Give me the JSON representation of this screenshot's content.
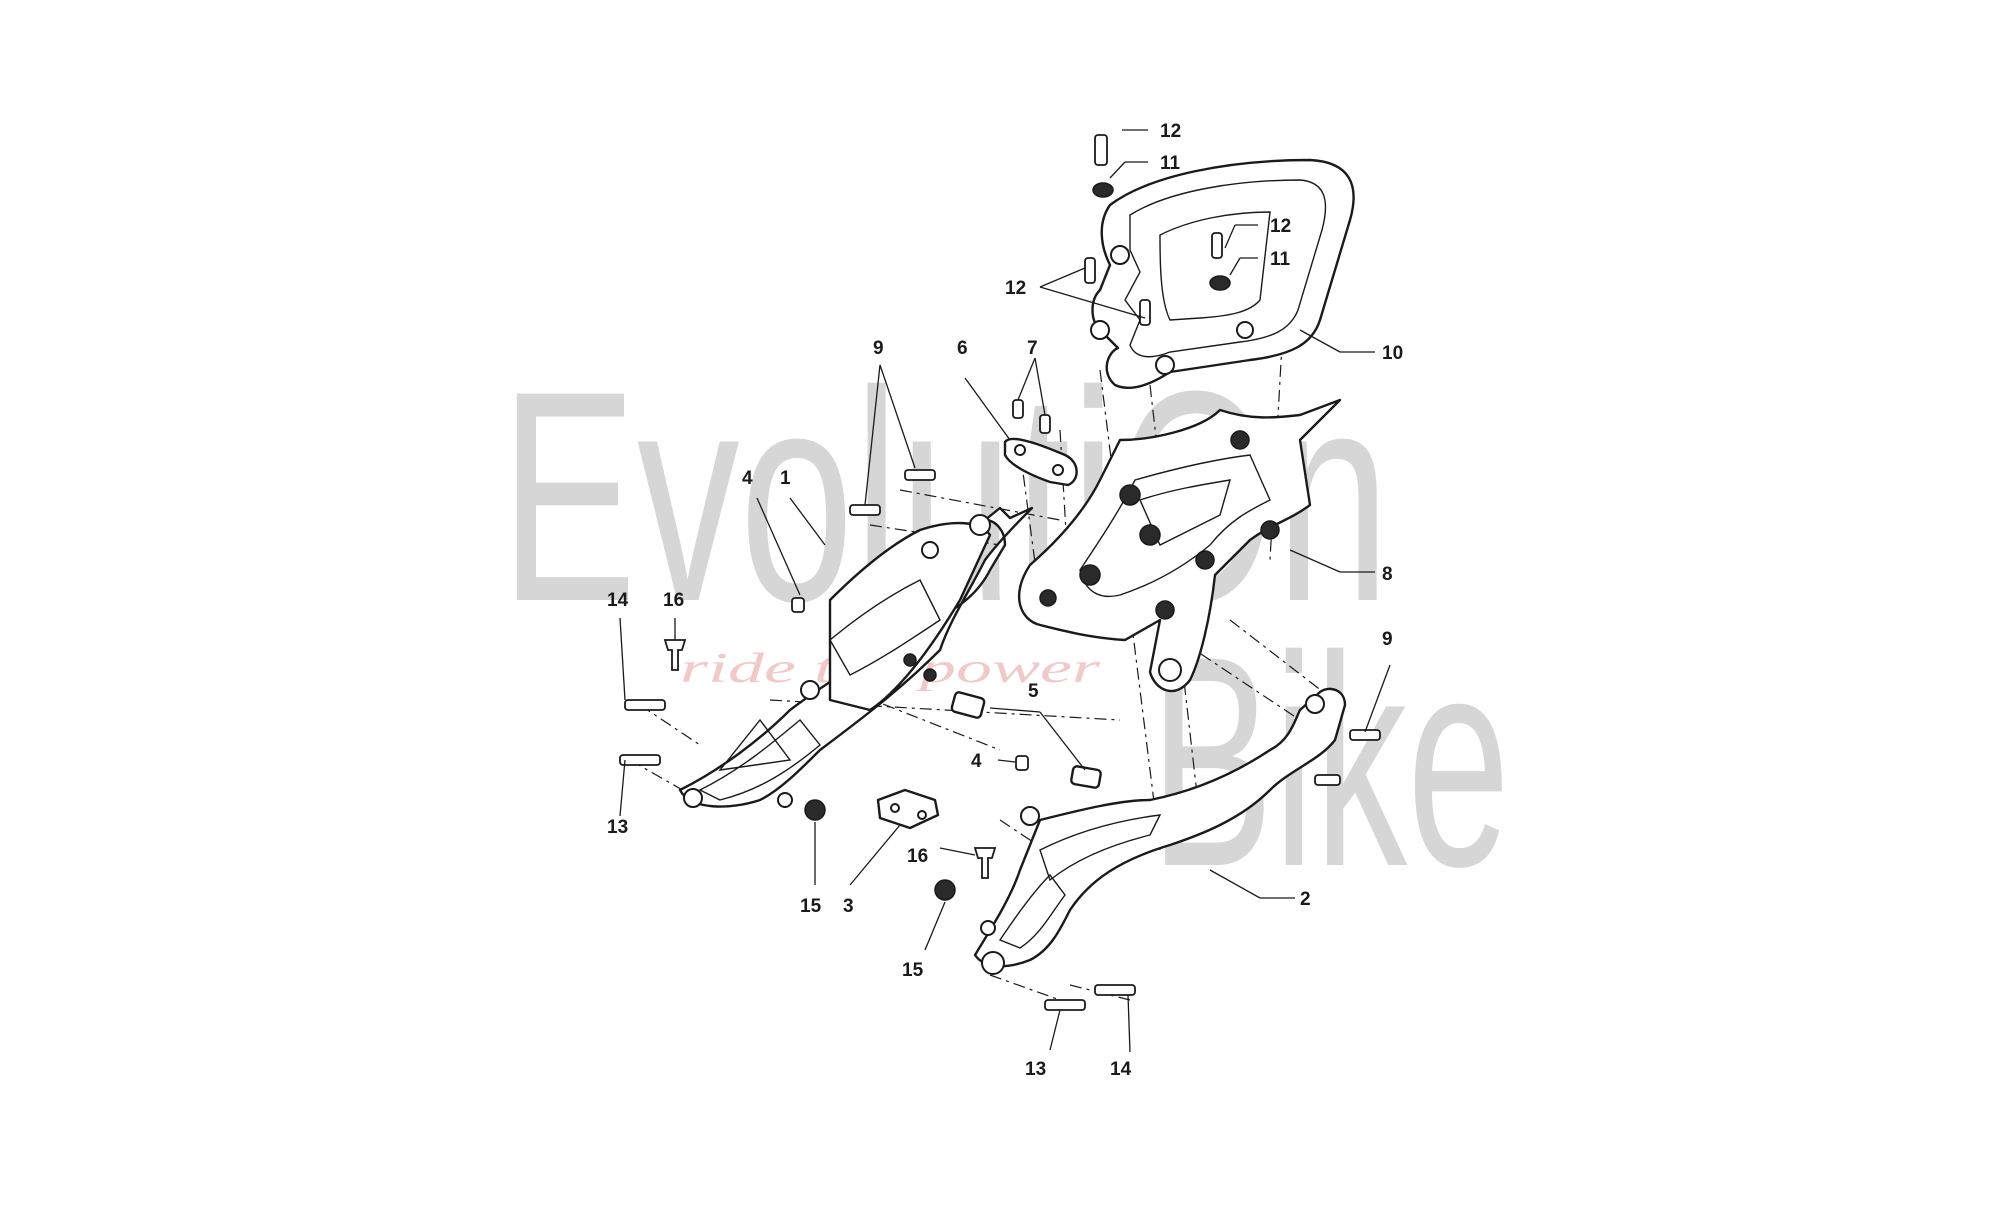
{
  "watermark": {
    "brand_line_1": "EvolutiOn",
    "brand_line_2": "Bike",
    "tagline": "ride the power"
  },
  "callouts": {
    "c1": "1",
    "c2": "2",
    "c3": "3",
    "c4a": "4",
    "c4b": "4",
    "c5": "5",
    "c6": "6",
    "c7": "7",
    "c8": "8",
    "c9a": "9",
    "c9b": "9",
    "c10": "10",
    "c11a": "11",
    "c11b": "11",
    "c12a": "12",
    "c12b": "12",
    "c12c": "12",
    "c13a": "13",
    "c13b": "13",
    "c14a": "14",
    "c14b": "14",
    "c15a": "15",
    "c15b": "15",
    "c16a": "16",
    "c16b": "16"
  }
}
